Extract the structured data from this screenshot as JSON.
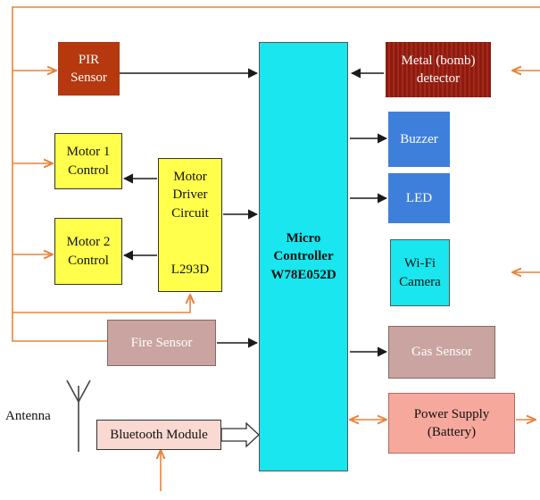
{
  "blocks": {
    "pir": "PIR\nSensor",
    "metal": "Metal (bomb)\ndetector",
    "motor1": "Motor 1\nControl",
    "motor2": "Motor 2\nControl",
    "driver_top": "Motor\nDriver\nCircuit",
    "driver_bottom": "L293D",
    "mcu": "Micro\nController\nW78E052D",
    "buzzer": "Buzzer",
    "led": "LED",
    "wifi": "Wi-Fi\nCamera",
    "fire": "Fire Sensor",
    "gas": "Gas Sensor",
    "bluetooth": "Bluetooth Module",
    "power": "Power Supply\n(Battery)"
  },
  "antenna_label": "Antenna",
  "colors": {
    "feed_line": "#e8833a",
    "signal_line": "#1a1a1a",
    "mcu": "#19e6ee",
    "motor_blocks": "#ffff4c",
    "output_blue": "#3f7fdc",
    "pir_red": "#b5380e",
    "metal_red": "#8c1c10",
    "sensor_mauve": "#c9a4a0",
    "power_salmon": "#f7a89c",
    "bluetooth_pink": "#fad9d2"
  }
}
